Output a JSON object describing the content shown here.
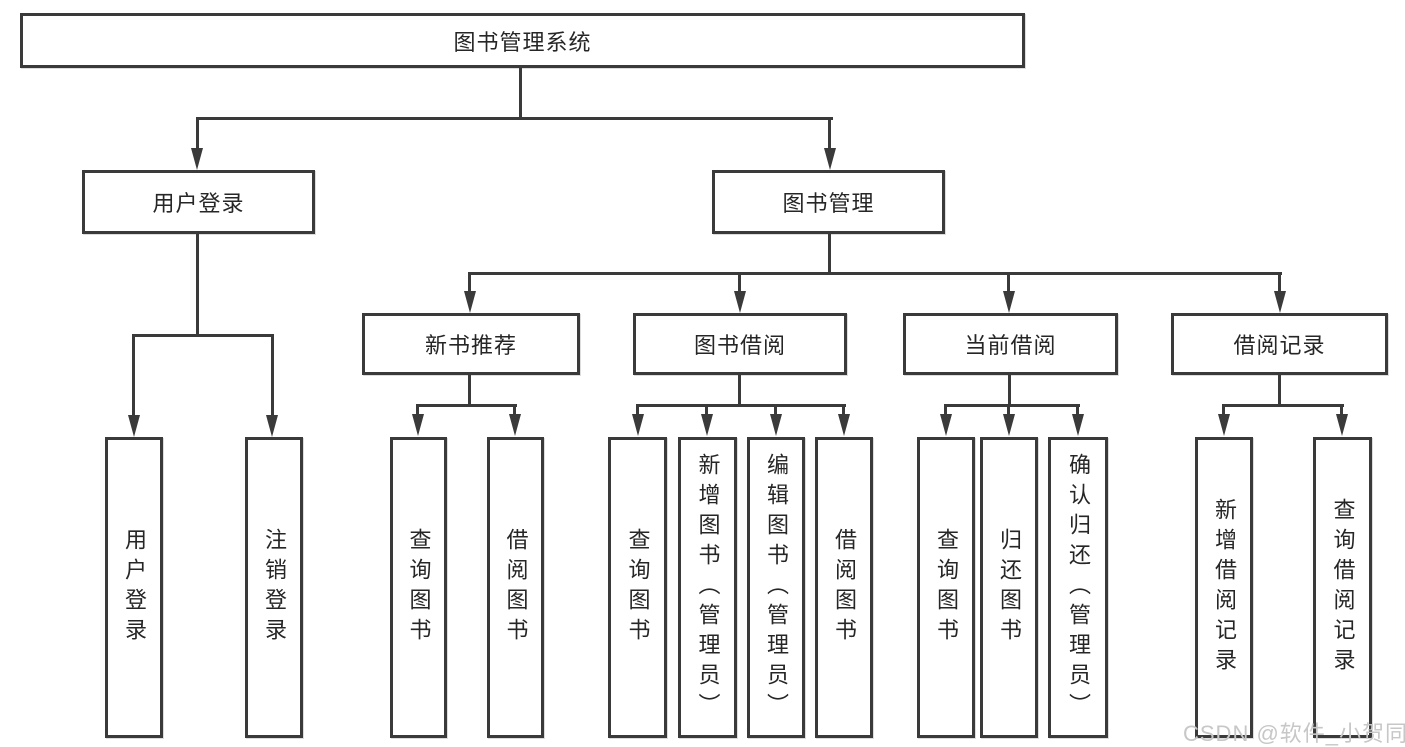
{
  "diagram": {
    "root_label": "图书管理系统",
    "user_login": {
      "label": "用户登录",
      "children": [
        {
          "label": "用户登录"
        },
        {
          "label": "注销登录"
        }
      ]
    },
    "book_mgmt": {
      "label": "图书管理",
      "sections": [
        {
          "label": "新书推荐",
          "children": [
            {
              "label": "查询图书"
            },
            {
              "label": "借阅图书"
            }
          ]
        },
        {
          "label": "图书借阅",
          "children": [
            {
              "label": "查询图书"
            },
            {
              "label": "新增图书（管理员）"
            },
            {
              "label": "编辑图书（管理员）"
            },
            {
              "label": "借阅图书"
            }
          ]
        },
        {
          "label": "当前借阅",
          "children": [
            {
              "label": "查询图书"
            },
            {
              "label": "归还图书"
            },
            {
              "label": "确认归还（管理员）"
            }
          ]
        },
        {
          "label": "借阅记录",
          "children": [
            {
              "label": "新增借阅记录"
            },
            {
              "label": "查询借阅记录"
            }
          ]
        }
      ]
    }
  },
  "watermark": {
    "text": "CSDN @软件_小贺同学"
  },
  "colors": {
    "line": "#3a3a3a",
    "text": "#262626",
    "watermark": "#c7c7c7",
    "background": "#ffffff"
  }
}
